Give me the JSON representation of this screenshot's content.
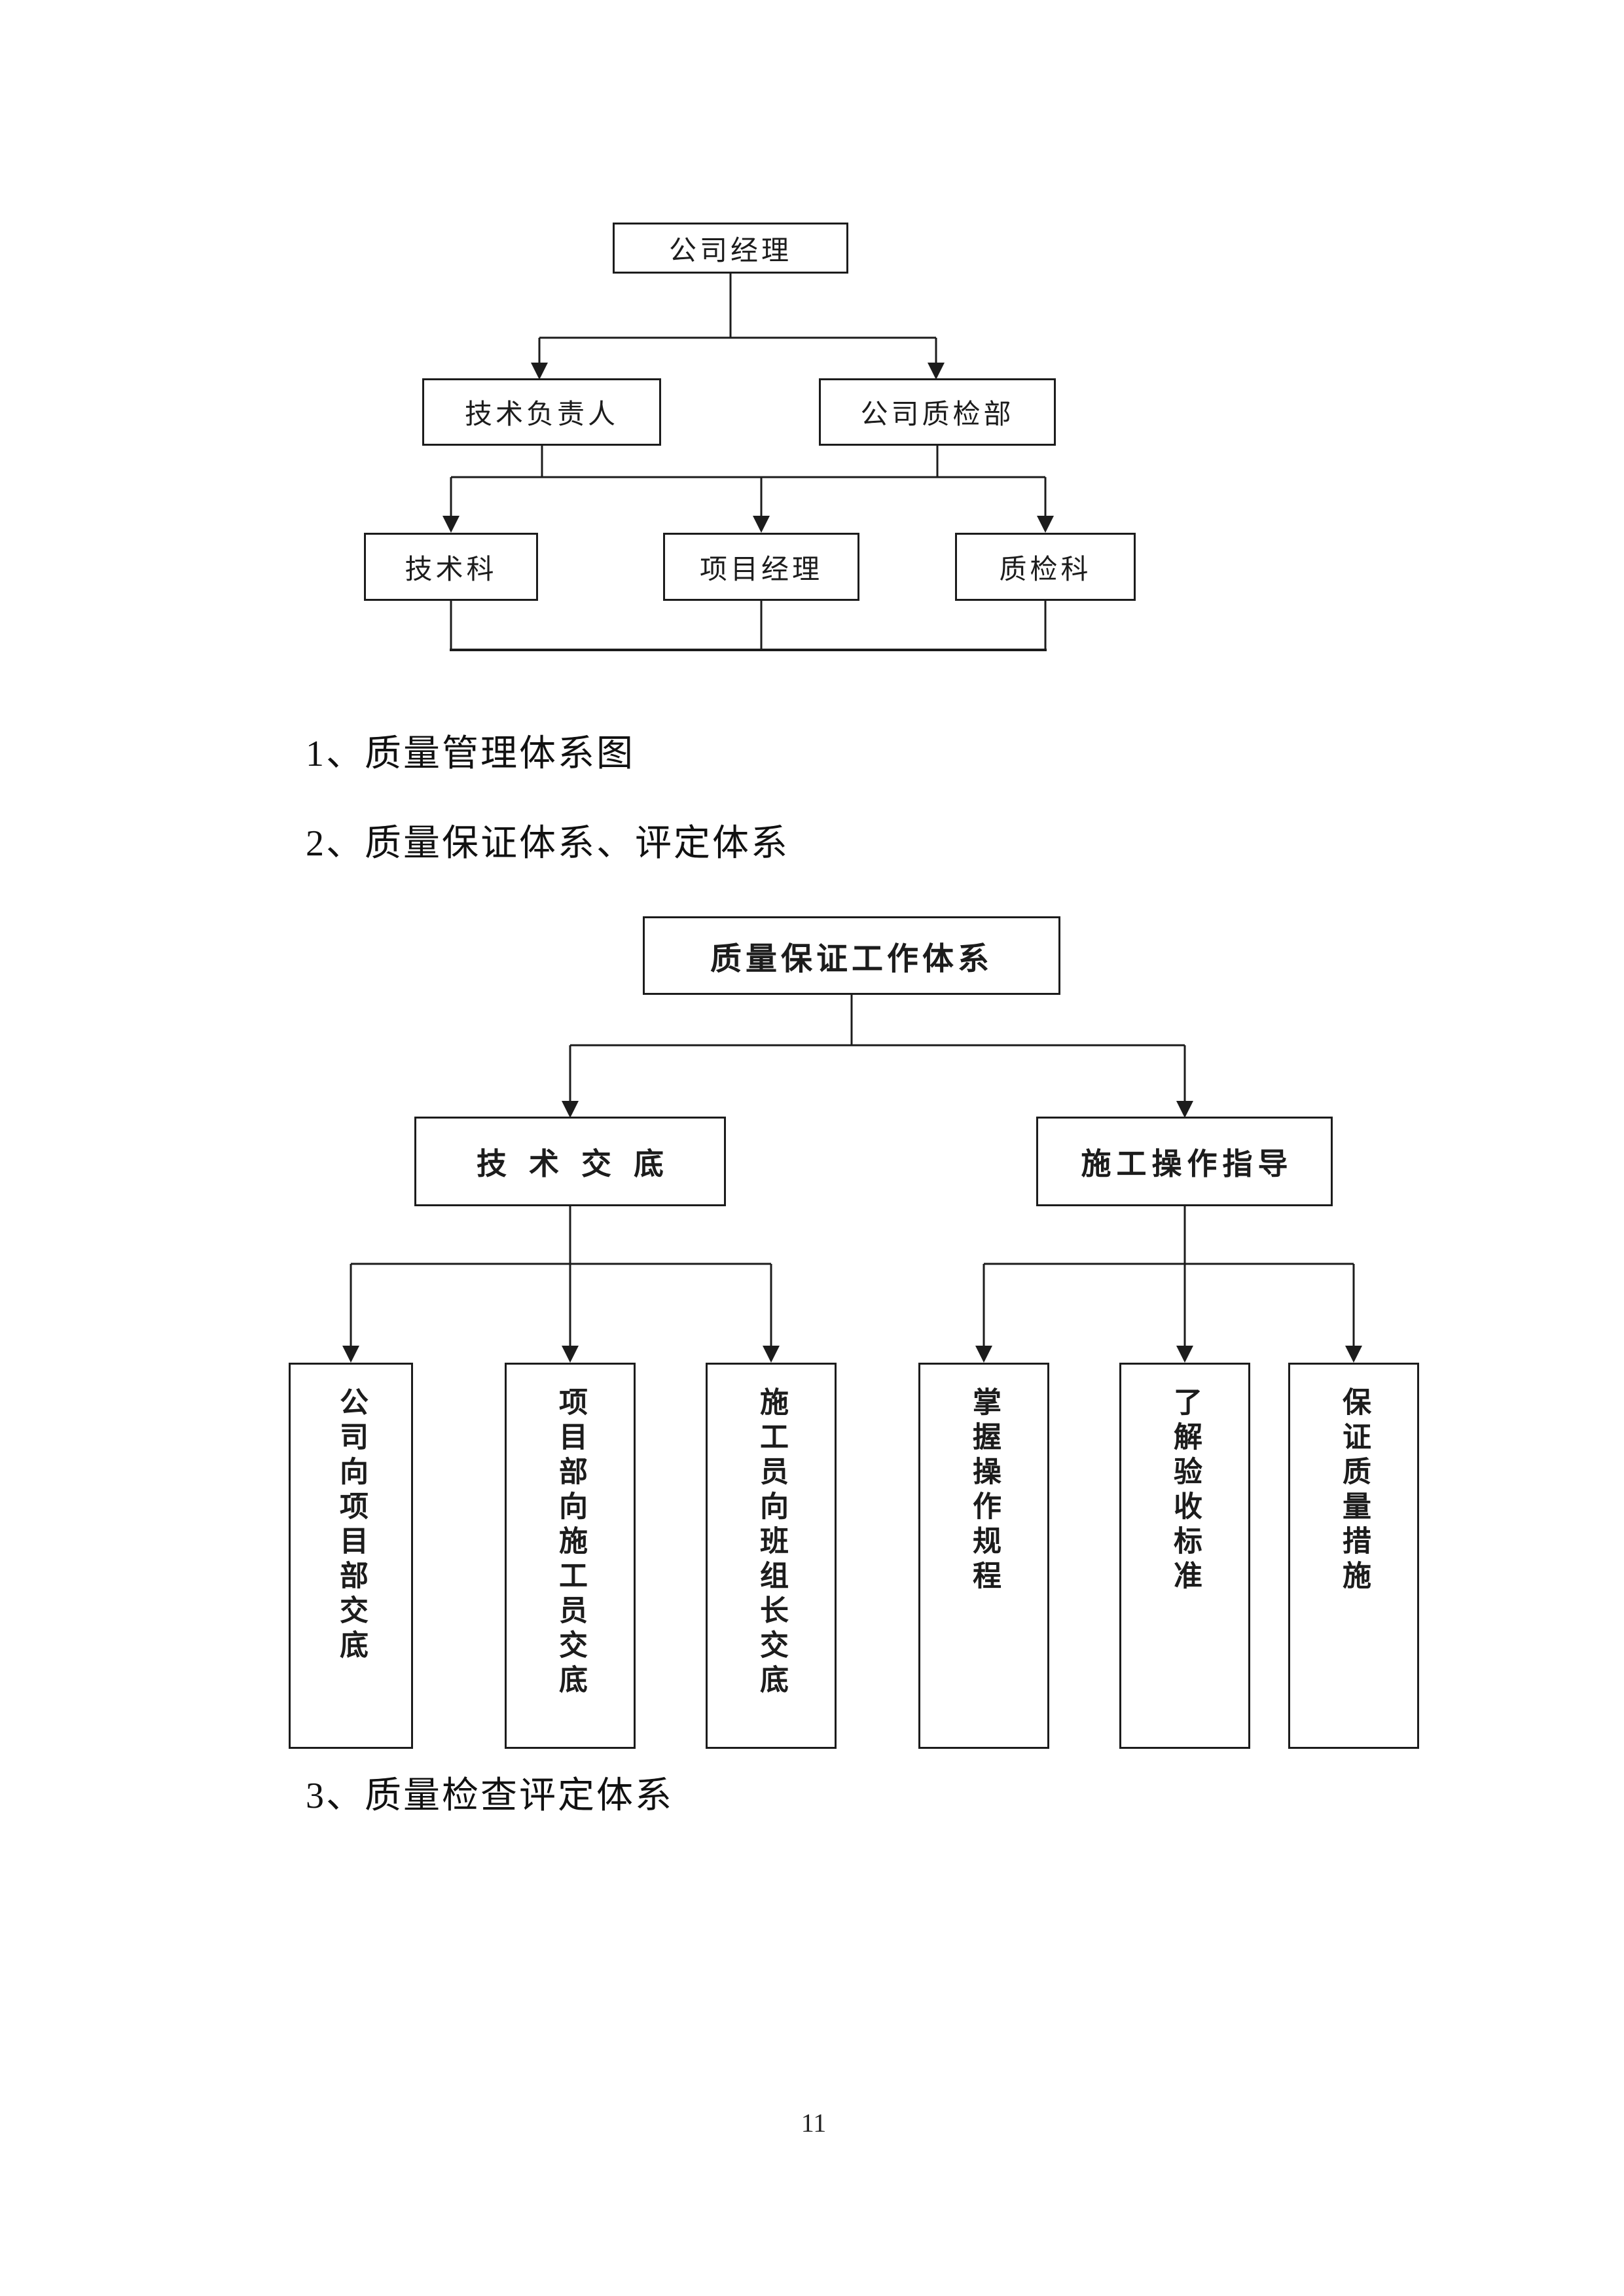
{
  "page": {
    "number": "11"
  },
  "headings": {
    "item1": "1、质量管理体系图",
    "item2": "2、质量保证体系、评定体系",
    "item3": "3、质量检查评定体系"
  },
  "diagram1": {
    "root": "公司经理",
    "level2": [
      "技术负责人",
      "公司质检部"
    ],
    "level3": [
      "技术科",
      "项目经理",
      "质检科"
    ]
  },
  "diagram2": {
    "root": "质量保证工作体系",
    "branches": [
      {
        "label": "技术交底",
        "children": [
          "公司向项目部交底",
          "项目部向施工员交底",
          "施工员向班组长交底"
        ]
      },
      {
        "label": "施工操作指导",
        "children": [
          "掌握操作规程",
          "了解验收标准",
          "保证质量措施"
        ]
      }
    ]
  },
  "colors": {
    "ink": "#1c1c1c",
    "paper": "#ffffff"
  }
}
